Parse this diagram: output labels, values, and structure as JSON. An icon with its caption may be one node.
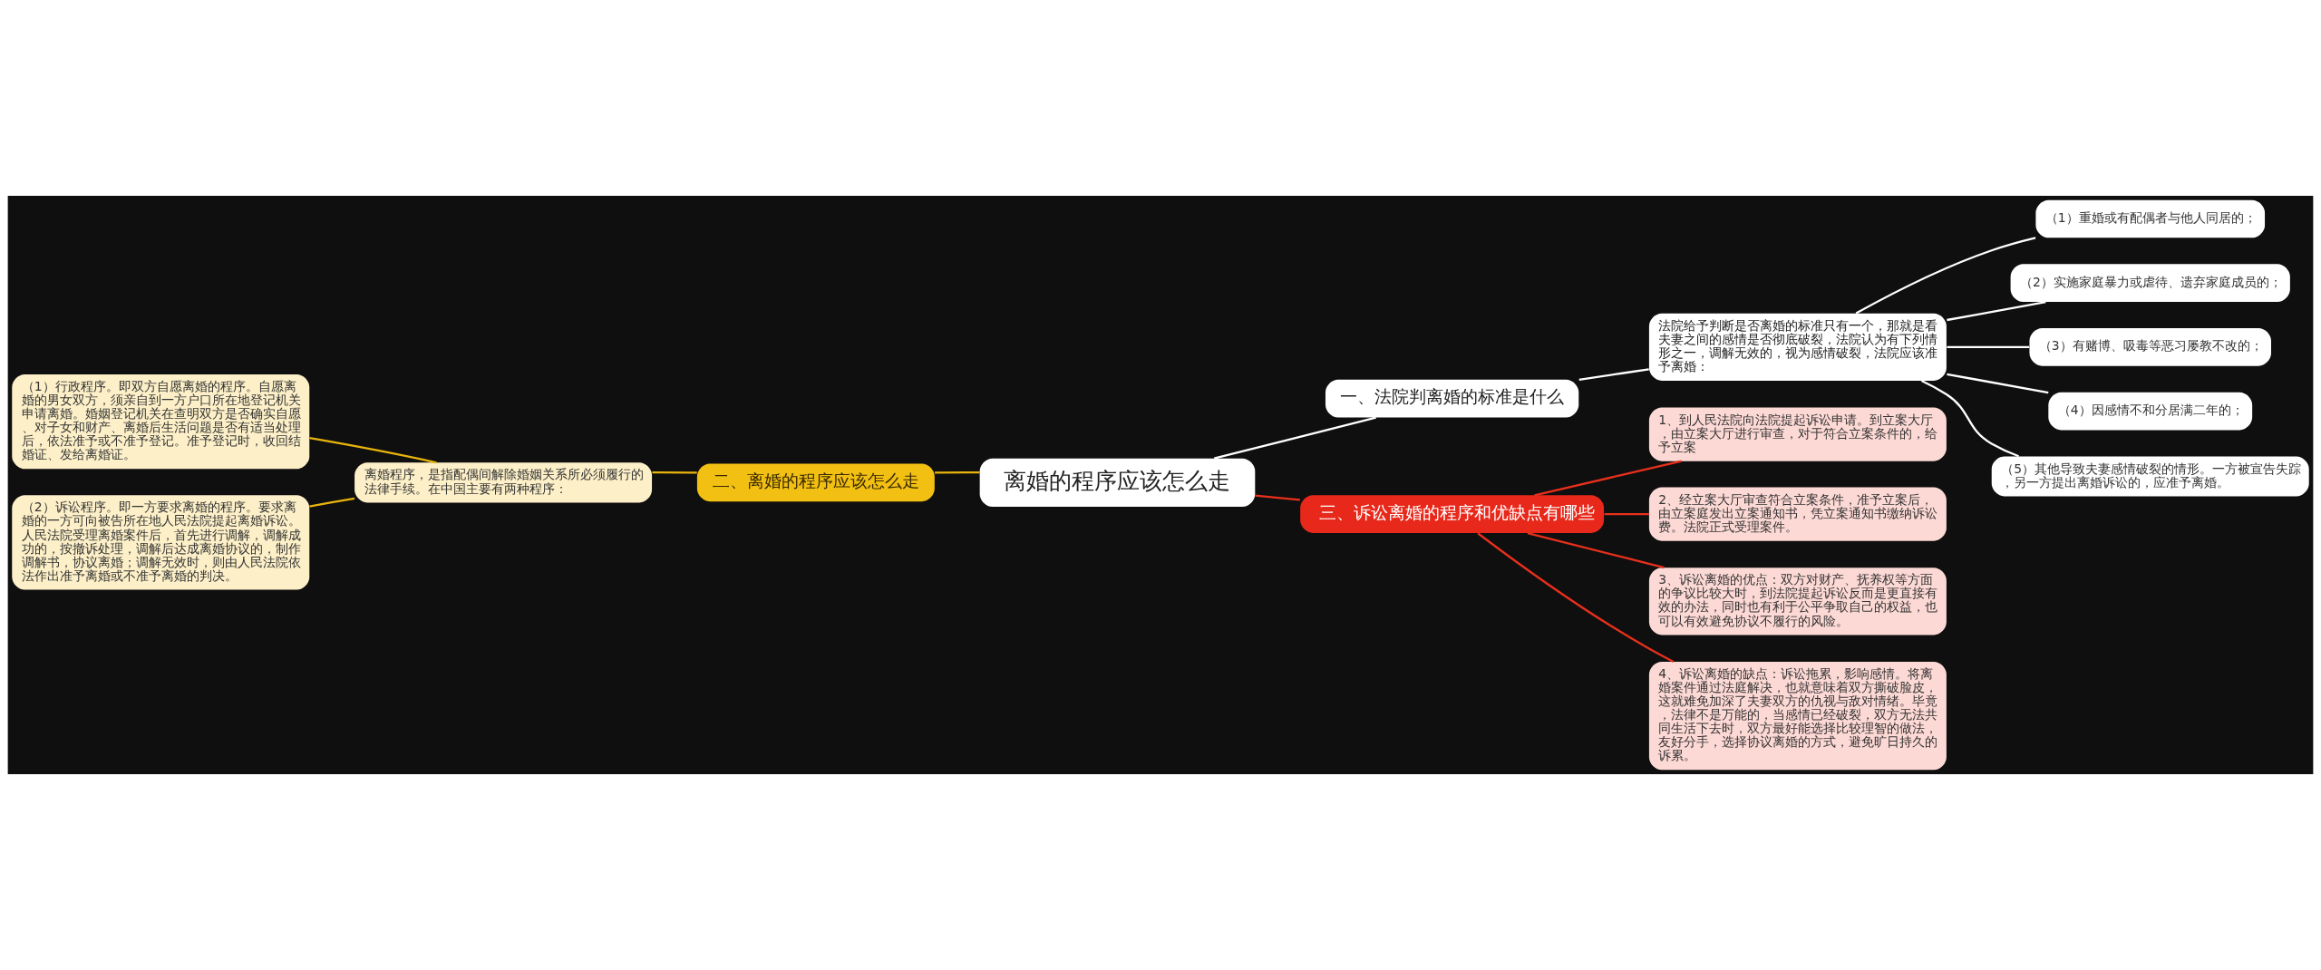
{
  "diagram": {
    "nodes": [
      {
        "text": [
          "离婚的程序应该怎么走"
        ]
      },
      {
        "text": [
          "一、法院判离婚的标准是什么"
        ]
      },
      {
        "text": [
          "法院给予判断是否离婚的标准只有一个，那就是看夫妻之间的感情是否彻底破裂，法院认为有下列情形之一，调解无效的，视为感情破裂，法院应该准予离婚："
        ]
      },
      {
        "text": [
          "（1）重婚或有配偶者与他人同居的；"
        ]
      },
      {
        "text": [
          "（2）实施家庭暴力或虐待、遗弃家庭成员的；"
        ]
      },
      {
        "text": [
          "（3）有赌博、吸毒等恶习屡教不改的；"
        ]
      },
      {
        "text": [
          "（4）因感情不和分居满二年的；"
        ]
      },
      {
        "text": [
          "（5）其他导致夫妻感情破裂的情形。一方被宣告失踪，另一方提出离婚诉讼的，应准予离婚。"
        ]
      },
      {
        "text": [
          "二、离婚的程序应该怎么走"
        ]
      },
      {
        "text": [
          "离婚程序，是指配偶间解除婚姻关系所必须履行的法律手续。在中国主要有两种程序："
        ]
      },
      {
        "text": [
          "（1）行政程序。即双方自愿离婚的程序。自愿离婚的男女双方，须亲自到一方户口所在地登记机关申请离婚。婚姻登记机关在查明双方是否确实自愿、对子女和财产、离婚后生活问题是否有适当处理后，依法准予或不准予登记。准予登记时，收回结婚证、发给离婚证。"
        ]
      },
      {
        "text": [
          "（2）诉讼程序。即一方要求离婚的程序。要求离婚的一方可向被告所在地人民法院提起离婚诉讼。人民法院受理离婚案件后，首先进行调解，调解成功的，按撤诉处理，调解后达成离婚协议的，制作调解书，协议离婚；调解无效时，则由人民法院依法作出准予离婚或不准予离婚的判决。"
        ]
      },
      {
        "text": [
          "三、诉讼离婚的程序和优缺点有哪些"
        ]
      },
      {
        "text": [
          "1、到人民法院向法院提起诉讼申请。到立案大厅，由立案大厅进行审查，对于符合立案条件的，给予立案"
        ]
      },
      {
        "text": [
          "2、经立案大厅审查符合立案条件，准予立案后，由立案庭发出立案通知书，凭立案通知书缴纳诉讼费。法院正式受理案件。"
        ]
      },
      {
        "text": [
          "3、诉讼离婚的优点：双方对财产、抚养权等方面的争议比较大时，到法院提起诉讼反而是更直接有效的办法，同时也有利于公平争取自己的权益，也可以有效避免协议不履行的风险。"
        ]
      },
      {
        "text": [
          "4、诉讼离婚的缺点：诉讼拖累，影响感情。将离婚案件通过法庭解决，也就意味着双方撕破脸皮，这就难免加深了夫妻双方的仇视与敌对情绪。毕竟，法律不是万能的，当感情已经破裂，双方无法共同生活下去时，双方最好能选择比较理智的做法，友好分手，选择协议离婚的方式，避免旷日持久的诉累。"
        ]
      }
    ],
    "edges": [
      {
        "from": 0,
        "to": 1,
        "arrow": "none"
      },
      {
        "from": 1,
        "to": 2,
        "arrow": "none"
      },
      {
        "from": 2,
        "to": 3,
        "arrow": "none"
      },
      {
        "from": 2,
        "to": 4,
        "arrow": "none"
      },
      {
        "from": 2,
        "to": 5,
        "arrow": "none"
      },
      {
        "from": 2,
        "to": 6,
        "arrow": "none"
      },
      {
        "from": 2,
        "to": 7,
        "arrow": "none"
      },
      {
        "from": 0,
        "to": 8,
        "arrow": "none",
        "color": "#e8b40c"
      },
      {
        "from": 8,
        "to": 9,
        "arrow": "none",
        "color": "#e8b40c"
      },
      {
        "from": 9,
        "to": 10,
        "arrow": "none",
        "color": "#e8b40c"
      },
      {
        "from": 9,
        "to": 11,
        "arrow": "none",
        "color": "#e8b40c"
      },
      {
        "from": 0,
        "to": 12,
        "arrow": "none",
        "color": "#e8301c"
      },
      {
        "from": 12,
        "to": 13,
        "arrow": "none",
        "color": "#e8301c"
      },
      {
        "from": 12,
        "to": 14,
        "arrow": "none",
        "color": "#e8301c"
      },
      {
        "from": 12,
        "to": 15,
        "arrow": "none",
        "color": "#e8301c"
      },
      {
        "from": 12,
        "to": 16,
        "arrow": "none",
        "color": "#e8301c"
      }
    ]
  }
}
